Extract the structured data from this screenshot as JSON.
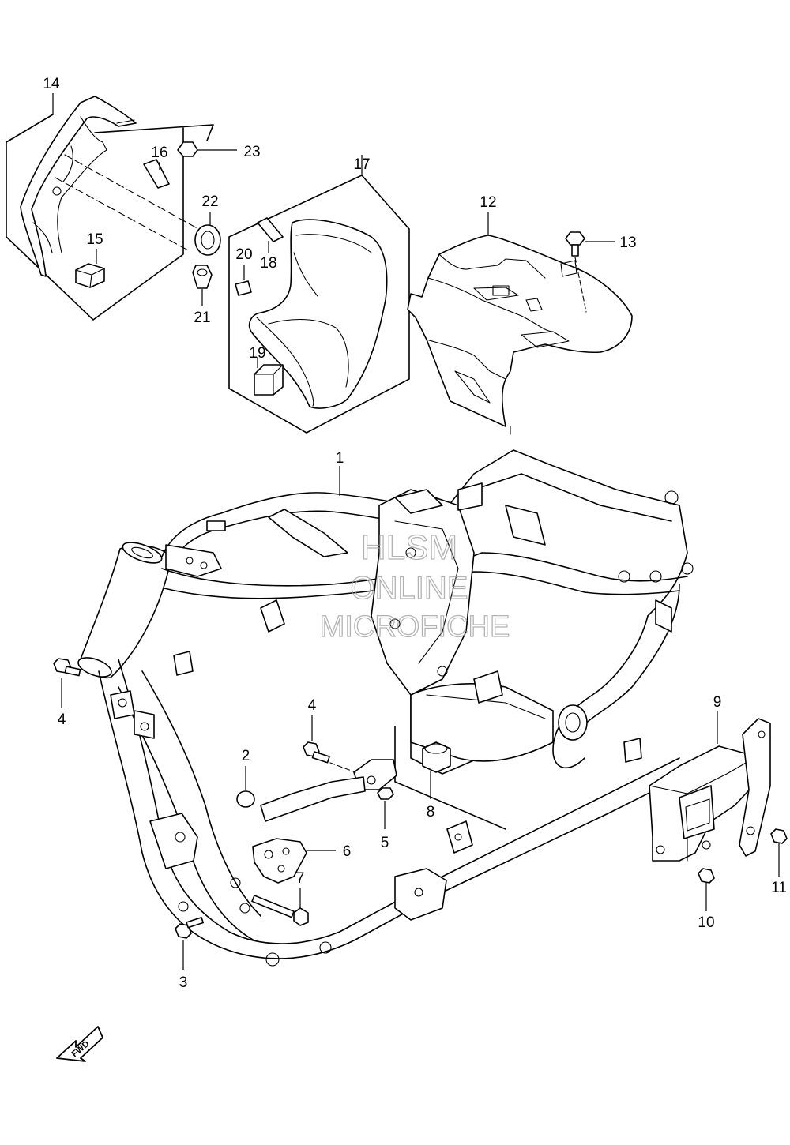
{
  "diagram": {
    "callouts": [
      {
        "id": "1",
        "label": "1"
      },
      {
        "id": "2",
        "label": "2"
      },
      {
        "id": "3",
        "label": "3"
      },
      {
        "id": "4a",
        "label": "4"
      },
      {
        "id": "4b",
        "label": "4"
      },
      {
        "id": "5",
        "label": "5"
      },
      {
        "id": "6",
        "label": "6"
      },
      {
        "id": "7",
        "label": "7"
      },
      {
        "id": "8",
        "label": "8"
      },
      {
        "id": "9",
        "label": "9"
      },
      {
        "id": "10",
        "label": "10"
      },
      {
        "id": "11",
        "label": "11"
      },
      {
        "id": "12",
        "label": "12"
      },
      {
        "id": "13",
        "label": "13"
      },
      {
        "id": "14",
        "label": "14"
      },
      {
        "id": "15",
        "label": "15"
      },
      {
        "id": "16",
        "label": "16"
      },
      {
        "id": "17",
        "label": "17"
      },
      {
        "id": "18",
        "label": "18"
      },
      {
        "id": "19",
        "label": "19"
      },
      {
        "id": "20",
        "label": "20"
      },
      {
        "id": "21",
        "label": "21"
      },
      {
        "id": "22",
        "label": "22"
      },
      {
        "id": "23",
        "label": "23"
      }
    ],
    "watermark": [
      "HLSM",
      "ONLINE",
      "MICROFICHE"
    ],
    "direction_arrow": {
      "label": "FWD",
      "icon": "forward-arrow-icon"
    },
    "colors": {
      "ink": "#000000",
      "paper": "#ffffff",
      "watermark": "#9a9a9a"
    }
  }
}
